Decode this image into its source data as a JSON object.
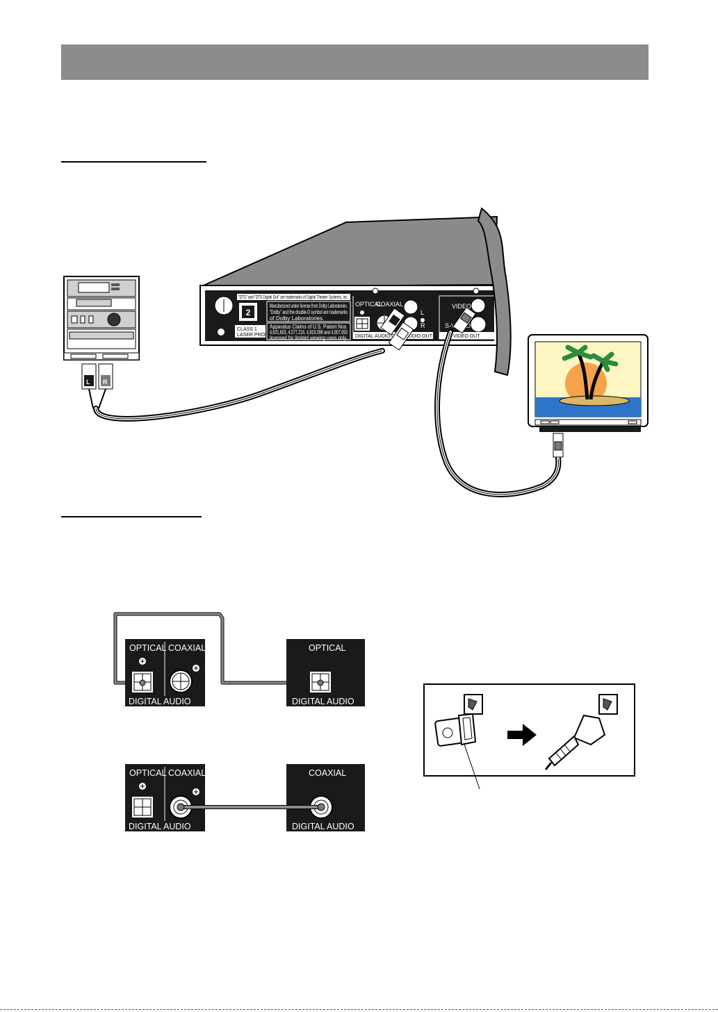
{
  "player": {
    "panel_labels": {
      "optical": "OPTICAL",
      "coaxial": "COAXIAL",
      "digital_audio_out": "DIGITAL AUDIO OUT",
      "audio_out": "AUDIO OUT",
      "video": "VIDEO",
      "s_video": "S-VIDEO",
      "video_out": "VIDEO OUT",
      "left": "L",
      "right": "R"
    },
    "notices": {
      "dts": "\"DTS\" and \"DTS Digital Out\" are trademarks of Digital Theater Systems, Inc.",
      "dolby": [
        "Manufactured under license from Dolby Laboratories.",
        "\"Dolby\" and the double-D symbol are trademarks",
        "of Dolby Laboratories."
      ],
      "patent": [
        "Apparatus Claims of U.S. Patent Nos.",
        "4,631,603, 4,577,216, 4,819,098 and 4,907,093",
        "licensed for limited viewing uses only."
      ],
      "laser": [
        "CLASS 1",
        "LASER PRODUCT"
      ]
    }
  },
  "stereo": {
    "plug_left": "L",
    "plug_right": "R"
  },
  "digital_connections": {
    "player_optical": "OPTICAL",
    "player_coaxial": "COAXIAL",
    "player_footer": "DIGITAL AUDIO",
    "receiver_optical": "OPTICAL",
    "receiver_coaxial": "COAXIAL",
    "receiver_footer": "DIGITAL AUDIO"
  },
  "colors": {
    "header": "#8c8c8c",
    "panel": "#1a1a1a",
    "cable": "#7a7a7a",
    "tv_sky": "#fdf6c3",
    "tv_sea": "#2f76c9"
  }
}
